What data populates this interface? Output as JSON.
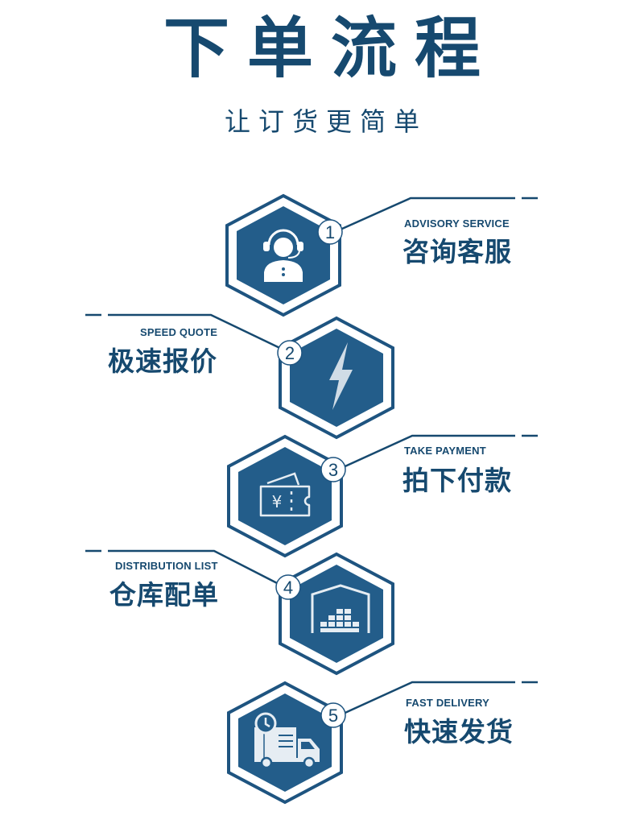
{
  "header": {
    "title": "下单流程",
    "subtitle": "让订货更简单"
  },
  "colors": {
    "primary": "#16496f",
    "hex_fill": "#235d8a",
    "hex_outline": "#1e5480"
  },
  "steps": [
    {
      "number": "1",
      "en": "ADVISORY SERVICE",
      "cn": "咨询客服",
      "icon": "customer-service-icon"
    },
    {
      "number": "2",
      "en": "SPEED QUOTE",
      "cn": "极速报价",
      "icon": "lightning-icon"
    },
    {
      "number": "3",
      "en": "TAKE PAYMENT",
      "cn": "拍下付款",
      "icon": "wallet-yen-icon"
    },
    {
      "number": "4",
      "en": "DISTRIBUTION LIST",
      "cn": "仓库配单",
      "icon": "warehouse-icon"
    },
    {
      "number": "5",
      "en": "FAST DELIVERY",
      "cn": "快速发货",
      "icon": "delivery-truck-icon"
    }
  ]
}
